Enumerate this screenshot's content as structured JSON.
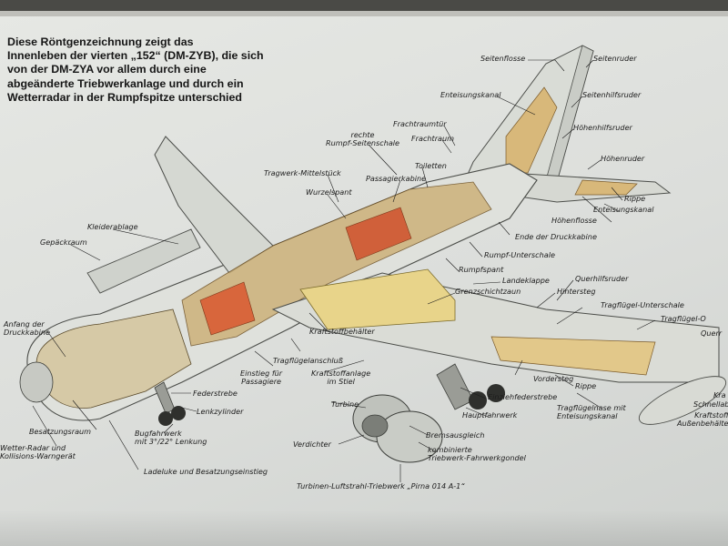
{
  "intro": {
    "lines": [
      "Diese Röntgenzeichnung zeigt das",
      "Innenleben der vierten „152“ (DM-ZYB), die sich",
      "von der DM-ZYA vor allem durch eine",
      "abgeänderte Triebwerkanlage und durch ein",
      "Wetterradar in der Rumpfspitze unterschied"
    ]
  },
  "labels": {
    "seitenflosse": "Seitenflosse",
    "seitenruder": "Seitenruder",
    "enteisungskanal_top": "Enteisungskanal",
    "seitenhilfsruder": "Seitenhilfsruder",
    "frachtraumtuer": "Frachtraumtür",
    "hoehenhilfsruder": "Höhenhilfsruder",
    "rechte_rumpf_1": "rechte",
    "rechte_rumpf_2": "Rumpf-Seitenschale",
    "frachtraum": "Frachtraum",
    "hoehenruder": "Höhenruder",
    "toiletten": "Toiletten",
    "passagierkabine": "Passagierkabine",
    "tragwerk_mittelstueck": "Tragwerk-Mittelstück",
    "rippe_top": "Rippe",
    "wurzelspant": "Wurzelspant",
    "enteisungskanal_tail": "Enteisungskanal",
    "kleiderablage": "Kleiderablage",
    "hoehenflosse": "Höhenflosse",
    "ende_druckkabine": "Ende der Druckkabine",
    "gepaeckraum": "Gepäckraum",
    "rumpf_unterschale": "Rumpf-Unterschale",
    "rumpfspant": "Rumpfspant",
    "landeklappe": "Landeklappe",
    "querhilfsruder": "Querhilfsruder",
    "grenzschichtzaun": "Grenzschichtzaun",
    "hintersteg": "Hintersteg",
    "tragfluegel_unterschale": "Tragflügel-Unterschale",
    "anfang_druckkabine_1": "Anfang der",
    "anfang_druckkabine_2": "Druckkabine",
    "tragfluegel_o": "Tragflügel-O",
    "querr": "Querr",
    "kraftstoffbehaelter": "Kraftstoffbehälter",
    "tragfluegelanschluss": "Tragflügelanschluß",
    "einstieg_1": "Einstieg für",
    "einstieg_2": "Passagiere",
    "kraftstoffanlage_1": "Kraftstoffanlage",
    "kraftstoffanlage_2": "im Stiel",
    "vordersteg": "Vordersteg",
    "rippe_wing": "Rippe",
    "kra": "Kra",
    "schnellab": "Schnellab",
    "federstrebe": "Federstrebe",
    "einziehfederstrebe": "Einziehfederstrebe",
    "turbine": "Turbine",
    "lenkzylinder": "Lenkzylinder",
    "hauptfahrwerk": "Hauptfahrwerk",
    "tragfluegelnase_1": "Tragflügelnase mit",
    "tragfluegelnase_2": "Enteisungskanal",
    "kraftstoff_auss_1": "Kraftstoff-",
    "kraftstoff_auss_2": "Außenbehälter",
    "besatzungsraum": "Besatzungsraum",
    "bugfahrwerk_1": "Bugfahrwerk",
    "bugfahrwerk_2": "mit 3°/22° Lenkung",
    "bremsausgleich": "Bremsausgleich",
    "wetter_radar_1": "Wetter-Radar und",
    "wetter_radar_2": "Kollisions-Warngerät",
    "verdichter": "Verdichter",
    "kombinierte_1": "kombinierte",
    "kombinierte_2": "Triebwerk-Fahrwerkgondel",
    "ladeluke": "Ladeluke und Besatzungseinstieg",
    "turbinen_triebwerk": "Turbinen-Luftstrahl-Triebwerk „Pirna 014 A-1“"
  }
}
